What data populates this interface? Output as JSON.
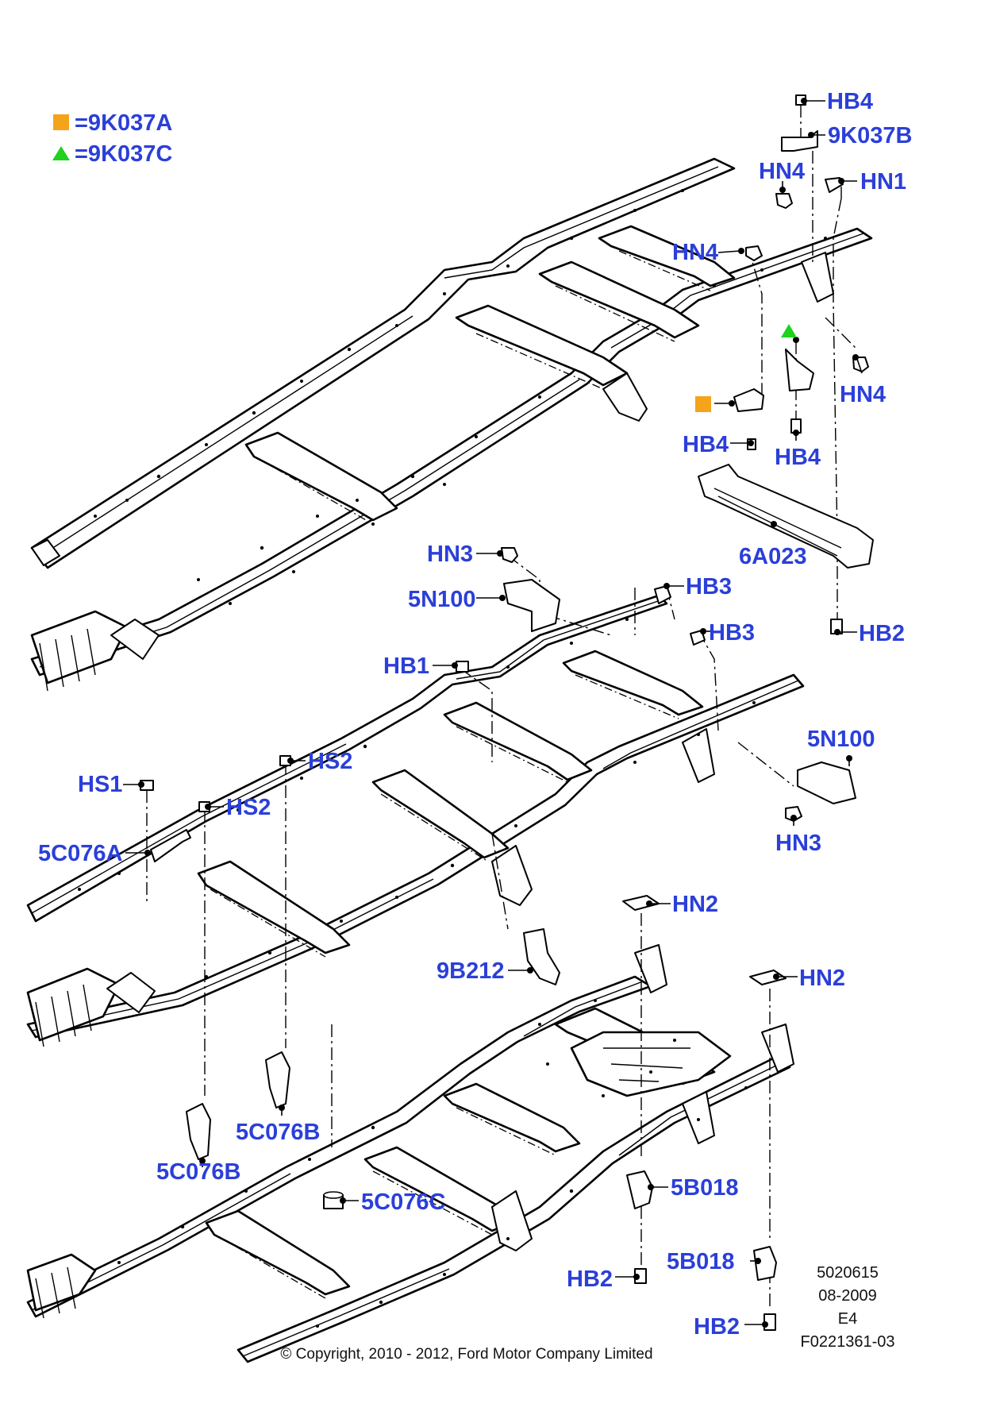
{
  "legend": {
    "square_equals": "=9K037A",
    "triangle_equals": "=9K037C",
    "square_color": "#f5a31a",
    "triangle_color": "#1ed21e"
  },
  "callouts": {
    "hb4_top": "HB4",
    "k037b": "9K037B",
    "hn4_a": "HN4",
    "hn1": "HN1",
    "hn4_b": "HN4",
    "hn4_c": "HN4",
    "hb4_left": "HB4",
    "hb4_right": "HB4",
    "a6023": "6A023",
    "hn3_top": "HN3",
    "n5100_left": "5N100",
    "hb3_a": "HB3",
    "hb3_b": "HB3",
    "hb2_top": "HB2",
    "hb1": "HB1",
    "n5100_right": "5N100",
    "hs2_a": "HS2",
    "hs1": "HS1",
    "hs2_b": "HS2",
    "c5076a": "5C076A",
    "hn3_bottom": "HN3",
    "hn2_a": "HN2",
    "b9212": "9B212",
    "hn2_b": "HN2",
    "c5076b_right": "5C076B",
    "c5076b_left": "5C076B",
    "c5076c": "5C076C",
    "b5018_a": "5B018",
    "b5018_b": "5B018",
    "hb2_a": "HB2",
    "hb2_b": "HB2"
  },
  "info": {
    "number": "5020615",
    "date": "08-2009",
    "code": "E4",
    "figure": "F0221361-03"
  },
  "copyright": "© Copyright, 2010 - 2012, Ford Motor Company Limited",
  "colors": {
    "callout": "#2b3fd9"
  }
}
